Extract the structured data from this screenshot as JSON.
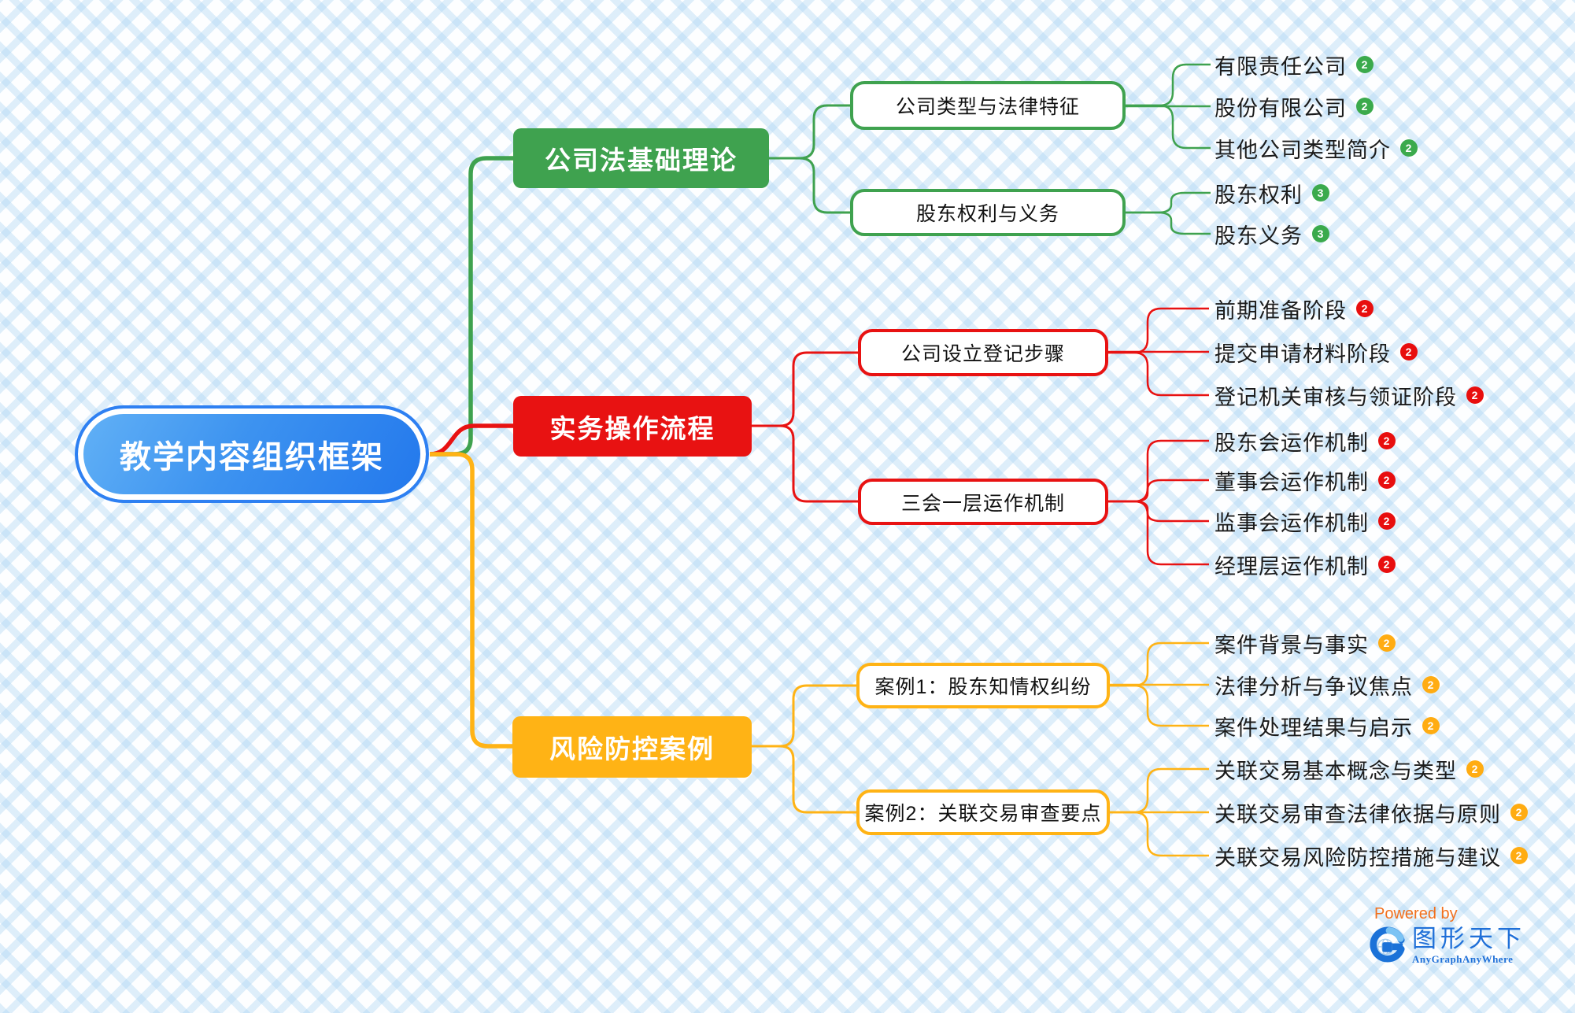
{
  "root": {
    "label": "教学内容组织框架"
  },
  "branches": [
    {
      "label": "公司法基础理论",
      "color": "#3fa24f",
      "children": [
        {
          "label": "公司类型与法律特征",
          "leaves": [
            {
              "text": "有限责任公司",
              "badge": "2"
            },
            {
              "text": "股份有限公司",
              "badge": "2"
            },
            {
              "text": "其他公司类型简介",
              "badge": "2"
            }
          ]
        },
        {
          "label": "股东权利与义务",
          "leaves": [
            {
              "text": "股东权利",
              "badge": "3"
            },
            {
              "text": "股东义务",
              "badge": "3"
            }
          ]
        }
      ]
    },
    {
      "label": "实务操作流程",
      "color": "#e81212",
      "children": [
        {
          "label": "公司设立登记步骤",
          "leaves": [
            {
              "text": "前期准备阶段",
              "badge": "2"
            },
            {
              "text": "提交申请材料阶段",
              "badge": "2"
            },
            {
              "text": "登记机关审核与领证阶段",
              "badge": "2"
            }
          ]
        },
        {
          "label": "三会一层运作机制",
          "leaves": [
            {
              "text": "股东会运作机制",
              "badge": "2"
            },
            {
              "text": "董事会运作机制",
              "badge": "2"
            },
            {
              "text": "监事会运作机制",
              "badge": "2"
            },
            {
              "text": "经理层运作机制",
              "badge": "2"
            }
          ]
        }
      ]
    },
    {
      "label": "风险防控案例",
      "color": "#ffb315",
      "children": [
        {
          "label": "案例1：股东知情权纠纷",
          "leaves": [
            {
              "text": "案件背景与事实",
              "badge": "2"
            },
            {
              "text": "法律分析与争议焦点",
              "badge": "2"
            },
            {
              "text": "案件处理结果与启示",
              "badge": "2"
            }
          ]
        },
        {
          "label": "案例2：关联交易审查要点",
          "leaves": [
            {
              "text": "关联交易基本概念与类型",
              "badge": "2"
            },
            {
              "text": "关联交易审查法律依据与原则",
              "badge": "2"
            },
            {
              "text": "关联交易风险防控措施与建议",
              "badge": "2"
            }
          ]
        }
      ]
    }
  ],
  "colors": {
    "root_gradient_start": "#63b2f6",
    "root_gradient_end": "#2277ec",
    "root_border": "#2e80f2",
    "branch_green": "#3fa24f",
    "branch_red": "#e81212",
    "branch_yellow": "#ffb315",
    "badge_green": "#3baa4c",
    "badge_red": "#e80e0e",
    "badge_yellow": "#ffac12",
    "background_lattice": "#aad4f3"
  },
  "footer": {
    "powered_by": "Powered by",
    "brand": "图形天下",
    "brand_sub": "AnyGraphAnyWhere"
  }
}
